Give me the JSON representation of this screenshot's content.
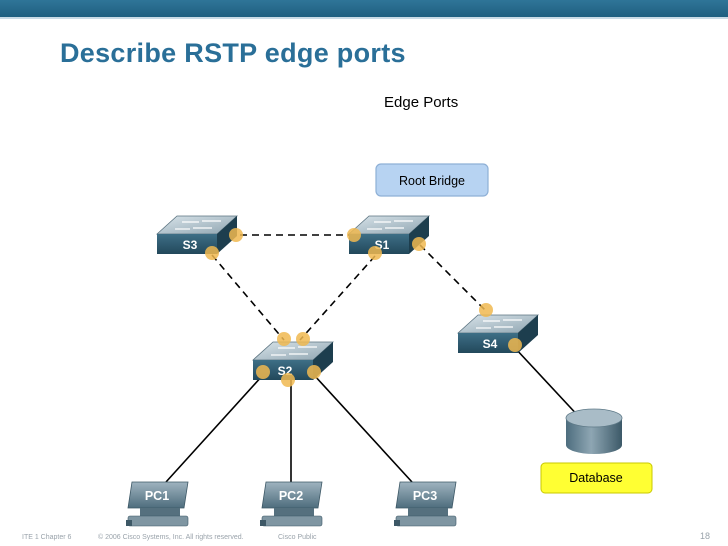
{
  "slide": {
    "title": "Describe RSTP edge ports",
    "subtitle": "Edge Ports"
  },
  "labels": {
    "root_bridge": "Root Bridge",
    "database": "Database",
    "s1": "S1",
    "s2": "S2",
    "s3": "S3",
    "s4": "S4",
    "pc1": "PC1",
    "pc2": "PC2",
    "pc3": "PC3"
  },
  "footer": {
    "course": "ITE 1 Chapter 6",
    "copyright": "© 2006 Cisco Systems, Inc. All rights reserved.",
    "classification": "Cisco Public",
    "page": "18"
  },
  "colors": {
    "title": "#2a6f98",
    "port": "#f0b850",
    "root_bridge_fill": "#b7d3f2",
    "database_fill": "#ffff33"
  },
  "icons": [
    "switch-icon",
    "pc-icon",
    "database-icon"
  ]
}
